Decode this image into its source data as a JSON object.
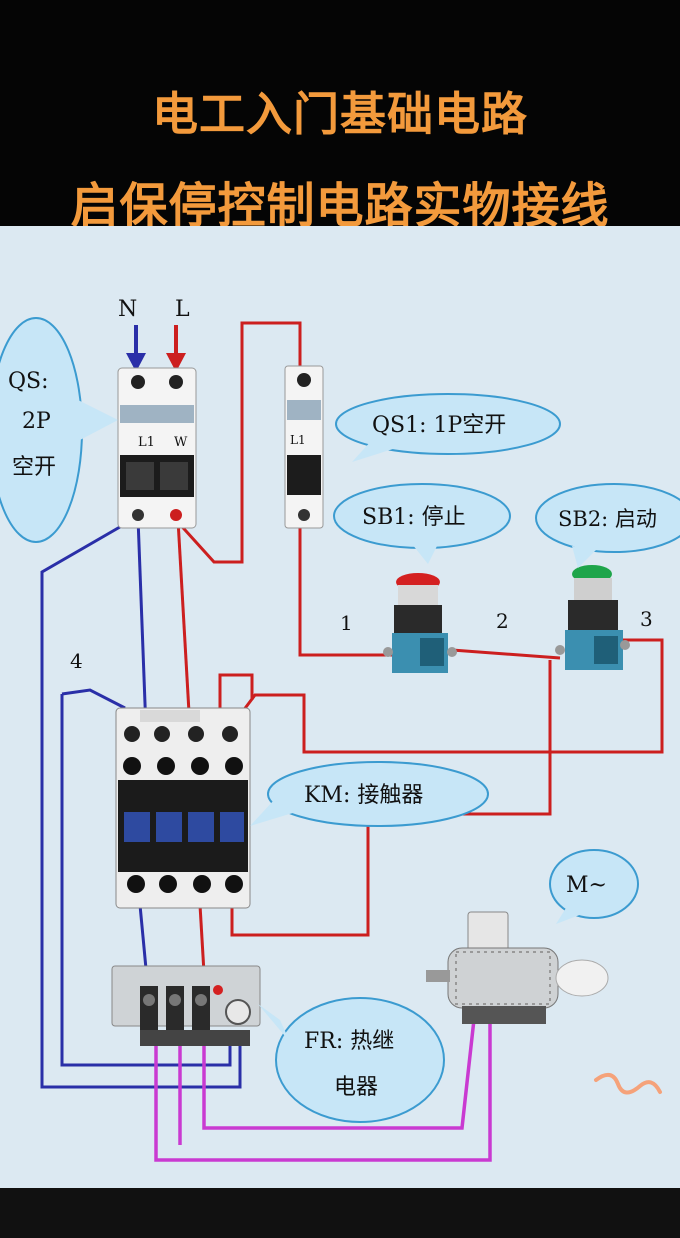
{
  "header": {
    "title_line1": "电工入门基础电路",
    "title_line2": "启保停控制电路实物接线"
  },
  "supply": {
    "n": "N",
    "l": "L"
  },
  "components": {
    "qs": {
      "line1": "QS:",
      "line2": "2P",
      "line3": "空开"
    },
    "qs1": {
      "label": "QS1: 1P空开"
    },
    "sb1": {
      "label": "SB1: 停止"
    },
    "sb2": {
      "label": "SB2: 启动"
    },
    "km": {
      "label": "KM: 接触器"
    },
    "motor": {
      "label": "M~"
    },
    "fr": {
      "line1": "FR: 热继",
      "line2": "电器"
    }
  },
  "wire_numbers": {
    "n1": "1",
    "n2": "2",
    "n3": "3",
    "n4": "4"
  },
  "breaker_marks": {
    "qs_left": "L1",
    "qs_right": "W",
    "qs1": "L1"
  },
  "colors": {
    "title": "#f39a3c",
    "wire_red": "#cc1f1f",
    "wire_blue": "#2a2fa8",
    "wire_magenta": "#c93ad1",
    "bubble": "#c7e6f7",
    "panel": "#dce9f2"
  }
}
